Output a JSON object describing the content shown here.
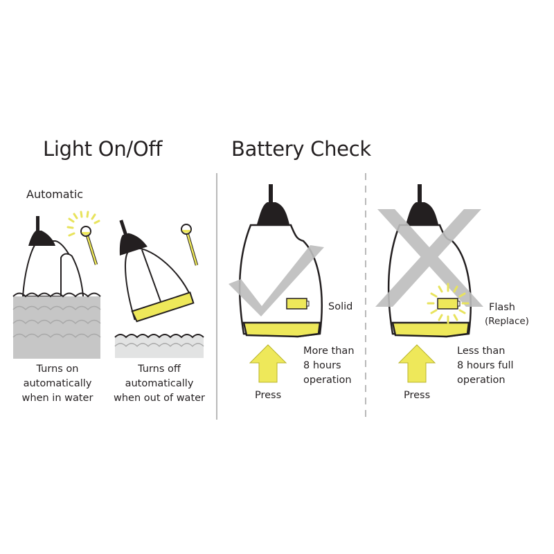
{
  "sections": {
    "light": {
      "title": "Light On/Off",
      "mode_label": "Automatic",
      "in_water": {
        "caption_lines": [
          "Turns on",
          "automatically",
          "when in water"
        ],
        "light_state": "on"
      },
      "out_of_water": {
        "caption_lines": [
          "Turns off",
          "automatically",
          "when out of water"
        ],
        "light_state": "off"
      }
    },
    "battery": {
      "title": "Battery Check",
      "good": {
        "indicator_label": "Solid",
        "action_label": "Press",
        "result_lines": [
          "More than",
          "8 hours",
          "operation"
        ],
        "overlay": "checkmark"
      },
      "bad": {
        "indicator_label": "Flash",
        "indicator_sublabel": "(Replace)",
        "action_label": "Press",
        "result_lines": [
          "Less than",
          "8 hours full",
          "operation"
        ],
        "overlay": "x-mark"
      }
    }
  },
  "colors": {
    "accent_yellow": "#eee85a",
    "ray_yellow": "#e8e35c",
    "overlay_gray": "#bdbdbd",
    "water_gray": "#c6c6c6",
    "water_light": "#e2e3e3",
    "ink": "#231f20"
  }
}
